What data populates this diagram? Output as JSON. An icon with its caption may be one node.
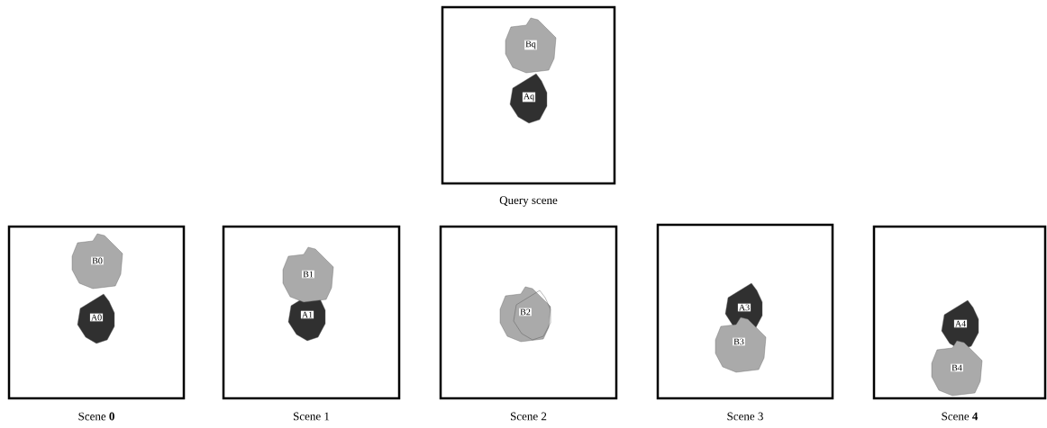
{
  "diagram": {
    "nodes": [
      {
        "text": [],
        "shape": "box",
        "beside": [
          "Query scene"
        ]
      },
      {
        "text": [
          "Bq"
        ],
        "in": 0
      },
      {
        "text": [
          "Aq"
        ],
        "in": 0
      },
      {
        "text": [],
        "shape": "box",
        "beside": [
          "Scene **0**"
        ]
      },
      {
        "text": [
          "B0"
        ],
        "in": 3
      },
      {
        "text": [
          "A0"
        ],
        "in": 3
      },
      {
        "text": [],
        "shape": "box",
        "beside": [
          "Scene 1"
        ]
      },
      {
        "text": [
          "B1"
        ],
        "in": 6
      },
      {
        "text": [
          "A1"
        ],
        "in": 6
      },
      {
        "text": [],
        "shape": "box",
        "beside": [
          "Scene 2"
        ]
      },
      {
        "text": [
          "B2"
        ],
        "in": 9
      },
      {
        "text": [],
        "shape": "box",
        "beside": [
          "Scene 3"
        ]
      },
      {
        "text": [
          "A3"
        ],
        "in": 11
      },
      {
        "text": [
          "B3"
        ],
        "in": 11
      },
      {
        "text": [],
        "shape": "box",
        "beside": [
          "Scene **4**"
        ]
      },
      {
        "text": [
          "A4"
        ],
        "in": 14
      },
      {
        "text": [
          "B4"
        ],
        "in": 14
      }
    ]
  }
}
